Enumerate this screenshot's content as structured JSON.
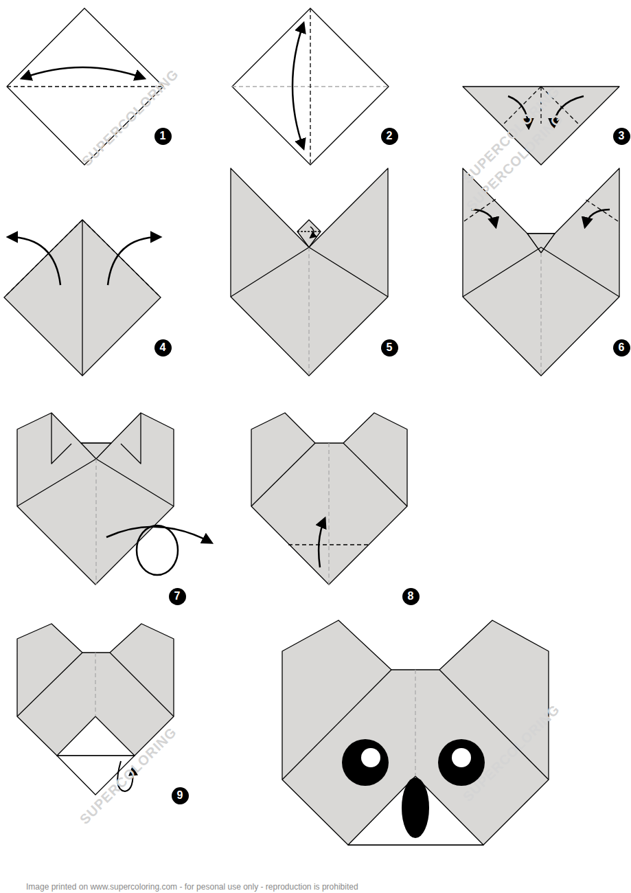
{
  "diagram": {
    "nodes": [
      {
        "text": [
          "1"
        ]
      },
      {
        "text": [
          "2"
        ]
      },
      {
        "text": [
          "3"
        ]
      },
      {
        "text": [
          "4"
        ]
      },
      {
        "text": [
          "5"
        ]
      },
      {
        "text": [
          "6"
        ]
      },
      {
        "text": [
          "7"
        ]
      },
      {
        "text": [
          "8"
        ]
      },
      {
        "text": [
          "9"
        ]
      }
    ],
    "labels": [
      "SUPERCOLORING",
      "SUPERCOLORING",
      "SUPERCOLORING",
      "SUPERCOLORING",
      "SUPERCOLORING",
      "Image printed on www.supercoloring.com - for pesonal use only - reproduction is prohibited"
    ]
  }
}
